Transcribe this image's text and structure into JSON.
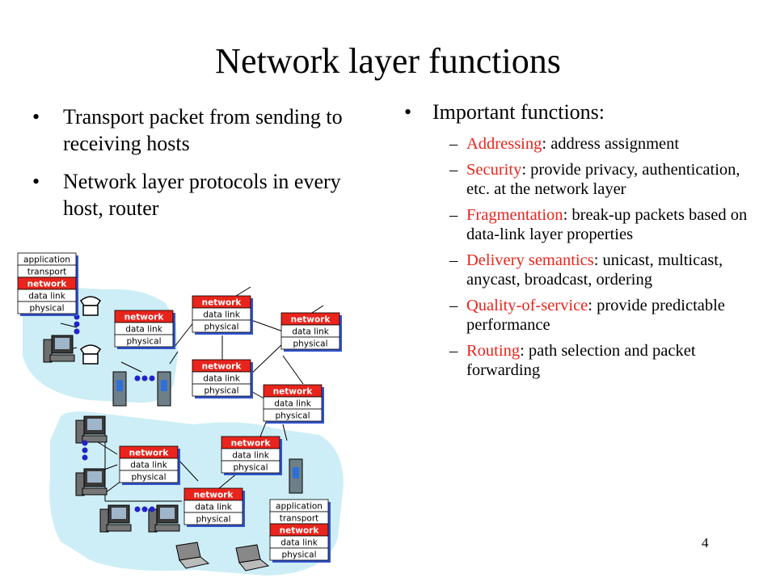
{
  "slide": {
    "title": "Network layer functions",
    "page_number": "4"
  },
  "left_bullets": [
    "Transport packet from sending to receiving hosts",
    "Network layer protocols in every host, router"
  ],
  "right": {
    "heading": "Important functions:",
    "items": [
      {
        "term": "Addressing",
        "desc": ": address assignment"
      },
      {
        "term": "Security",
        "desc": ": provide privacy, authentication, etc. at the network layer"
      },
      {
        "term": "Fragmentation",
        "desc": ": break-up packets based on data-link layer properties"
      },
      {
        "term": "Delivery semantics",
        "desc": ": unicast, multicast, anycast, broadcast, ordering"
      },
      {
        "term": "Quality-of-service",
        "desc": ": provide predictable performance"
      },
      {
        "term": "Routing",
        "desc": ": path selection and packet forwarding"
      }
    ]
  },
  "diagram": {
    "layers": {
      "application": "application",
      "transport": "transport",
      "network": "network",
      "data_link": "data link",
      "physical": "physical"
    },
    "colors": {
      "cloud": "#cdeef6",
      "network_layer": "#e8241c",
      "shadow": "#3355cc",
      "host": "#3a3a3a"
    }
  }
}
